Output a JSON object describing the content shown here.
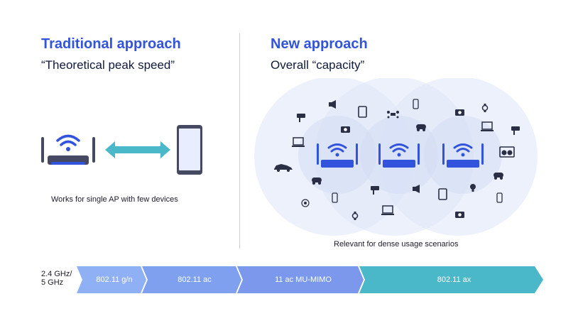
{
  "left": {
    "title": "Traditional approach",
    "subtitle": "“Theoretical peak speed”",
    "caption": "Works for single AP with few devices"
  },
  "right": {
    "title": "New approach",
    "subtitle": "Overall “capacity”",
    "caption": "Relevant for dense usage scenarios"
  },
  "timeline": {
    "band_label_line1": "2.4 GHz/",
    "band_label_line2": "5 GHz",
    "segments": [
      {
        "label": "802.11 g/n",
        "color": "#8fb0f4"
      },
      {
        "label": "802.11 ac",
        "color": "#7fa0ef"
      },
      {
        "label": "11 ac MU-MIMO",
        "color": "#7b98ec"
      },
      {
        "label": "802.11 ax",
        "color": "#4ab8c8"
      }
    ]
  },
  "colors": {
    "accent_blue": "#3253dc",
    "router_dark": "#454a62",
    "arrow_teal": "#4ab8c8",
    "circle_fill": "#dfe6f8"
  },
  "icons": [
    "router-icon",
    "wifi-icon",
    "smartphone-icon",
    "bidirectional-arrow-icon",
    "security-camera-icon",
    "speaker-icon",
    "tablet-icon",
    "drone-icon",
    "phone-icon",
    "camera-icon",
    "watch-icon",
    "laptop-icon",
    "game-controller-icon",
    "car-icon",
    "washing-machine-icon",
    "light-bulb-icon",
    "doorbell-icon"
  ]
}
